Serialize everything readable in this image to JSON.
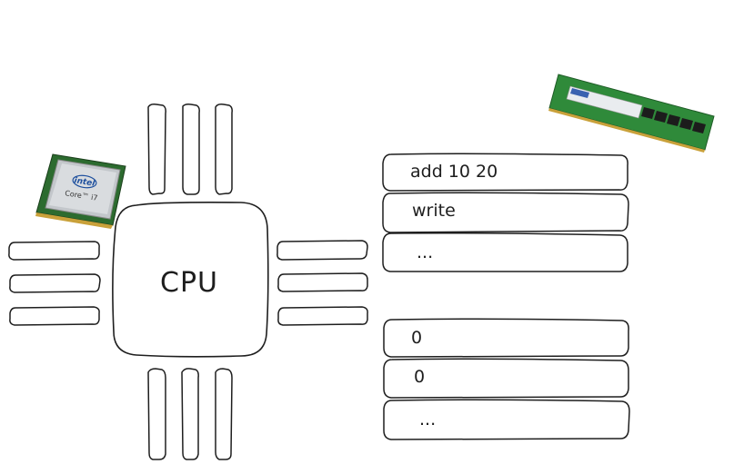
{
  "cpu": {
    "label": "CPU",
    "chip_image": {
      "brand": "intel",
      "model": "Core™ i7"
    }
  },
  "instruction_memory": {
    "cells": [
      "add 10 20",
      "write",
      "..."
    ]
  },
  "data_memory": {
    "cells": [
      "0",
      "0",
      "..."
    ]
  },
  "ram_module_image": {},
  "colors": {
    "stroke": "#1e1e1e",
    "background": "#ffffff",
    "pcb_green": "#2f8a3a",
    "gold_contacts": "#c9a13a",
    "chip_silver": "#bfc3c7"
  }
}
